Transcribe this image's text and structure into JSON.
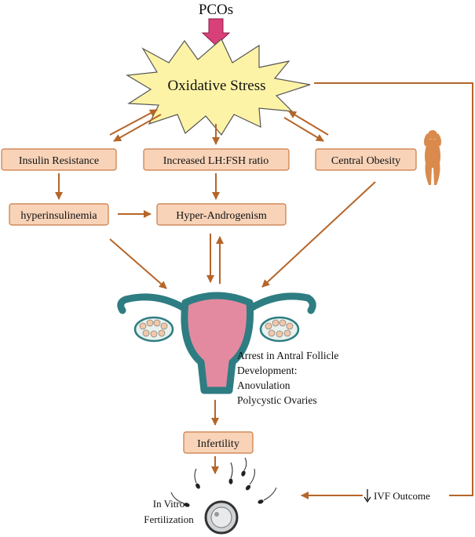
{
  "top_label": "PCOs",
  "center": "Oxidative Stress",
  "boxes": {
    "insulin_resistance": "Insulin  Resistance",
    "lh_fsh": "Increased LH:FSH ratio",
    "central_obesity": "Central Obesity",
    "hyperinsulinemia": "hyperinsulinemia",
    "hyper_androgenism": "Hyper-Androgenism",
    "infertility": "Infertility"
  },
  "notes": {
    "line1": "Arrest in Antral Follicle",
    "line2": "Development:",
    "line3": "Anovulation",
    "line4": "Polycystic  Ovaries"
  },
  "ivf": {
    "line1": "In Vitro",
    "line2": "Fertilization",
    "outcome": "IVF Outcome"
  },
  "colors": {
    "box_fill": "#f8d3b8",
    "box_stroke": "#c97a45",
    "arrow": "#b5652a",
    "starburst": "#fdf3a6",
    "pink_arrow": "#d9407a",
    "uterus": "#e48aa0",
    "uterus_outline": "#2e7d82"
  }
}
